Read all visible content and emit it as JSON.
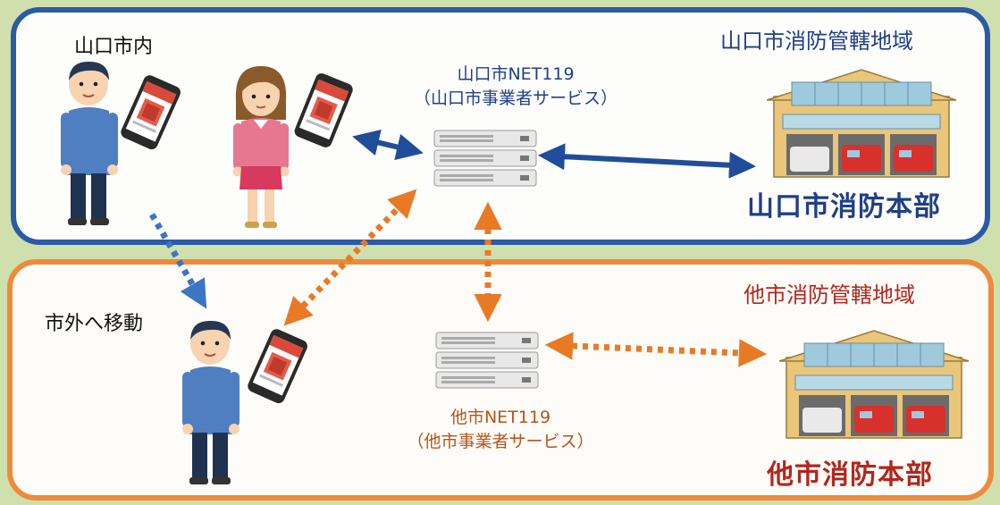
{
  "zones": {
    "yamaguchi": {
      "title": "山口市消防管轄地域",
      "border_color": "#2b5aa6"
    },
    "other": {
      "title": "他市消防管轄地域",
      "border_color": "#ee8a3c"
    }
  },
  "people": {
    "inside_city_label": "山口市内",
    "moved_outside_label": "市外へ移動"
  },
  "services": {
    "yamaguchi": {
      "name": "山口市NET119",
      "subtitle": "（山口市事業者サービス）",
      "color": "#1f3f88"
    },
    "other": {
      "name": "他市NET119",
      "subtitle": "（他市事業者サービス）",
      "color": "#b6541a"
    }
  },
  "headquarters": {
    "yamaguchi": {
      "name": "山口市消防本部",
      "color": "#1f3f88"
    },
    "other": {
      "name": "他市消防本部",
      "color": "#b3261e"
    }
  },
  "icons": [
    "man-icon",
    "woman-icon",
    "smartphone-icon",
    "server-icon",
    "fire-station-icon"
  ]
}
